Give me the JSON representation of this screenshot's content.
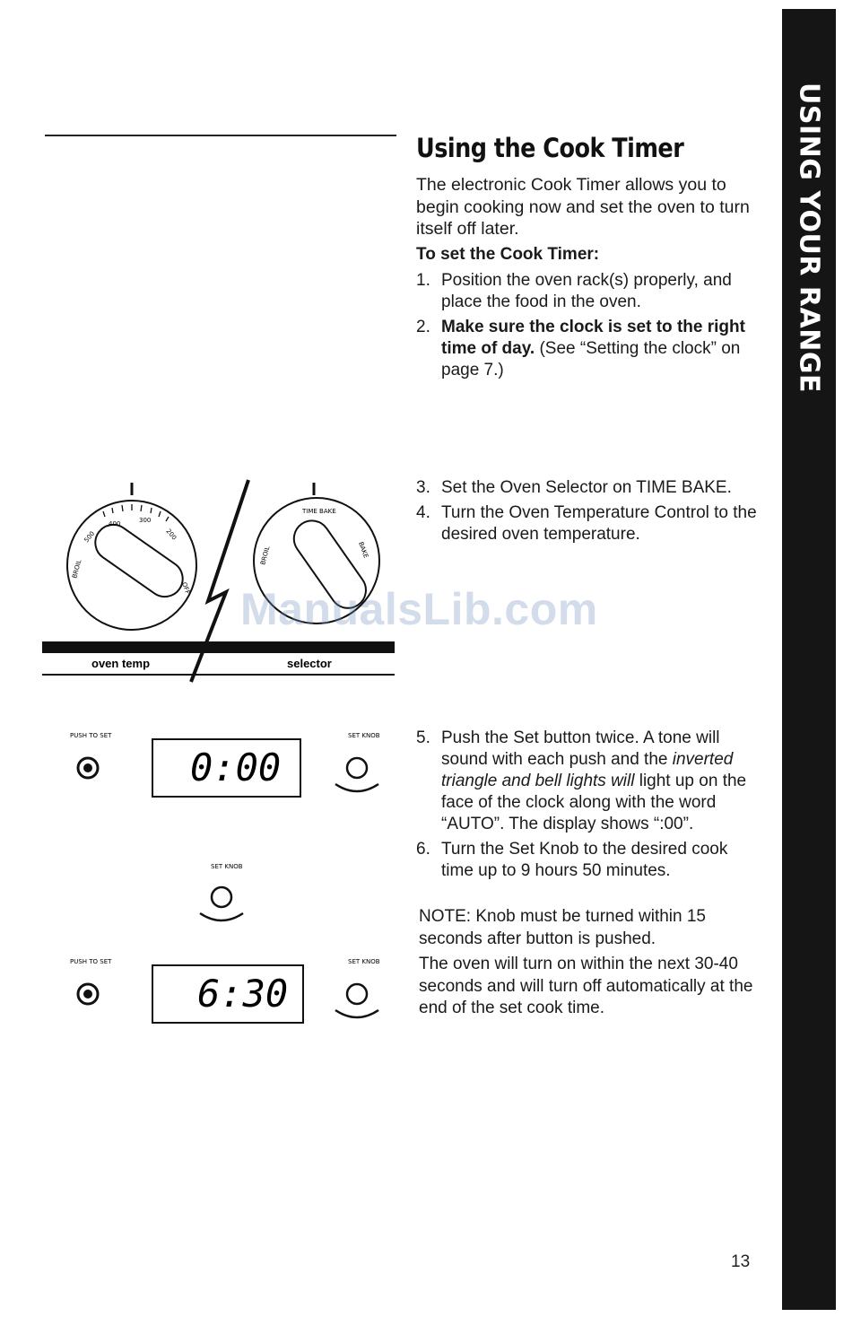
{
  "side_tab": "USING YOUR RANGE",
  "title": "Using the Cook Timer",
  "intro": "The electronic Cook Timer allows you to begin cooking now and set the oven to turn itself off later.",
  "sub_heading": "To set the Cook Timer:",
  "steps": [
    {
      "num": "1.",
      "text": "Position the oven rack(s) properly, and place the food in the oven."
    },
    {
      "num": "2.",
      "bold": "Make sure the clock is set to the right time of day.",
      "text": " (See “Setting the clock” on page 7.)"
    },
    {
      "num": "3.",
      "text": "Set the Oven Selector on TIME BAKE."
    },
    {
      "num": "4.",
      "text": "Turn the Oven Temperature Control to the desired oven temperature."
    },
    {
      "num": "5.",
      "text_a": "Push the Set button twice. A tone will sound with each push and the ",
      "italic": "inverted triangle and bell lights will",
      "text_b": " light up on the face of the clock along with the word “AUTO”. The display shows “:00”."
    },
    {
      "num": "6.",
      "text": "Turn the Set Knob to the desired cook time up to 9 hours 50 minutes."
    }
  ],
  "note": {
    "label": "NOTE:",
    "text": " Knob must be turned within 15 seconds after button is pushed."
  },
  "closing": "The oven will turn on within the next 30-40 seconds and will turn off automatically at the end of the set cook time.",
  "page_number": "13",
  "watermark": "ManualsLib.com",
  "diagram": {
    "dial_labels": {
      "temp_ticks": [
        "400",
        "300",
        "500",
        "200"
      ],
      "broil": "BROIL",
      "off": "OFF",
      "selector_time_bake": "TIME\nBAKE",
      "selector_bake": "BAKE",
      "selector_broil": "BROIL"
    },
    "bar_labels": {
      "left": "oven temp",
      "right": "selector"
    },
    "push_to_set": "PUSH TO\nSET",
    "set_knob": "SET\nKNOB",
    "display_1": "0:00",
    "display_2": "6:30"
  }
}
